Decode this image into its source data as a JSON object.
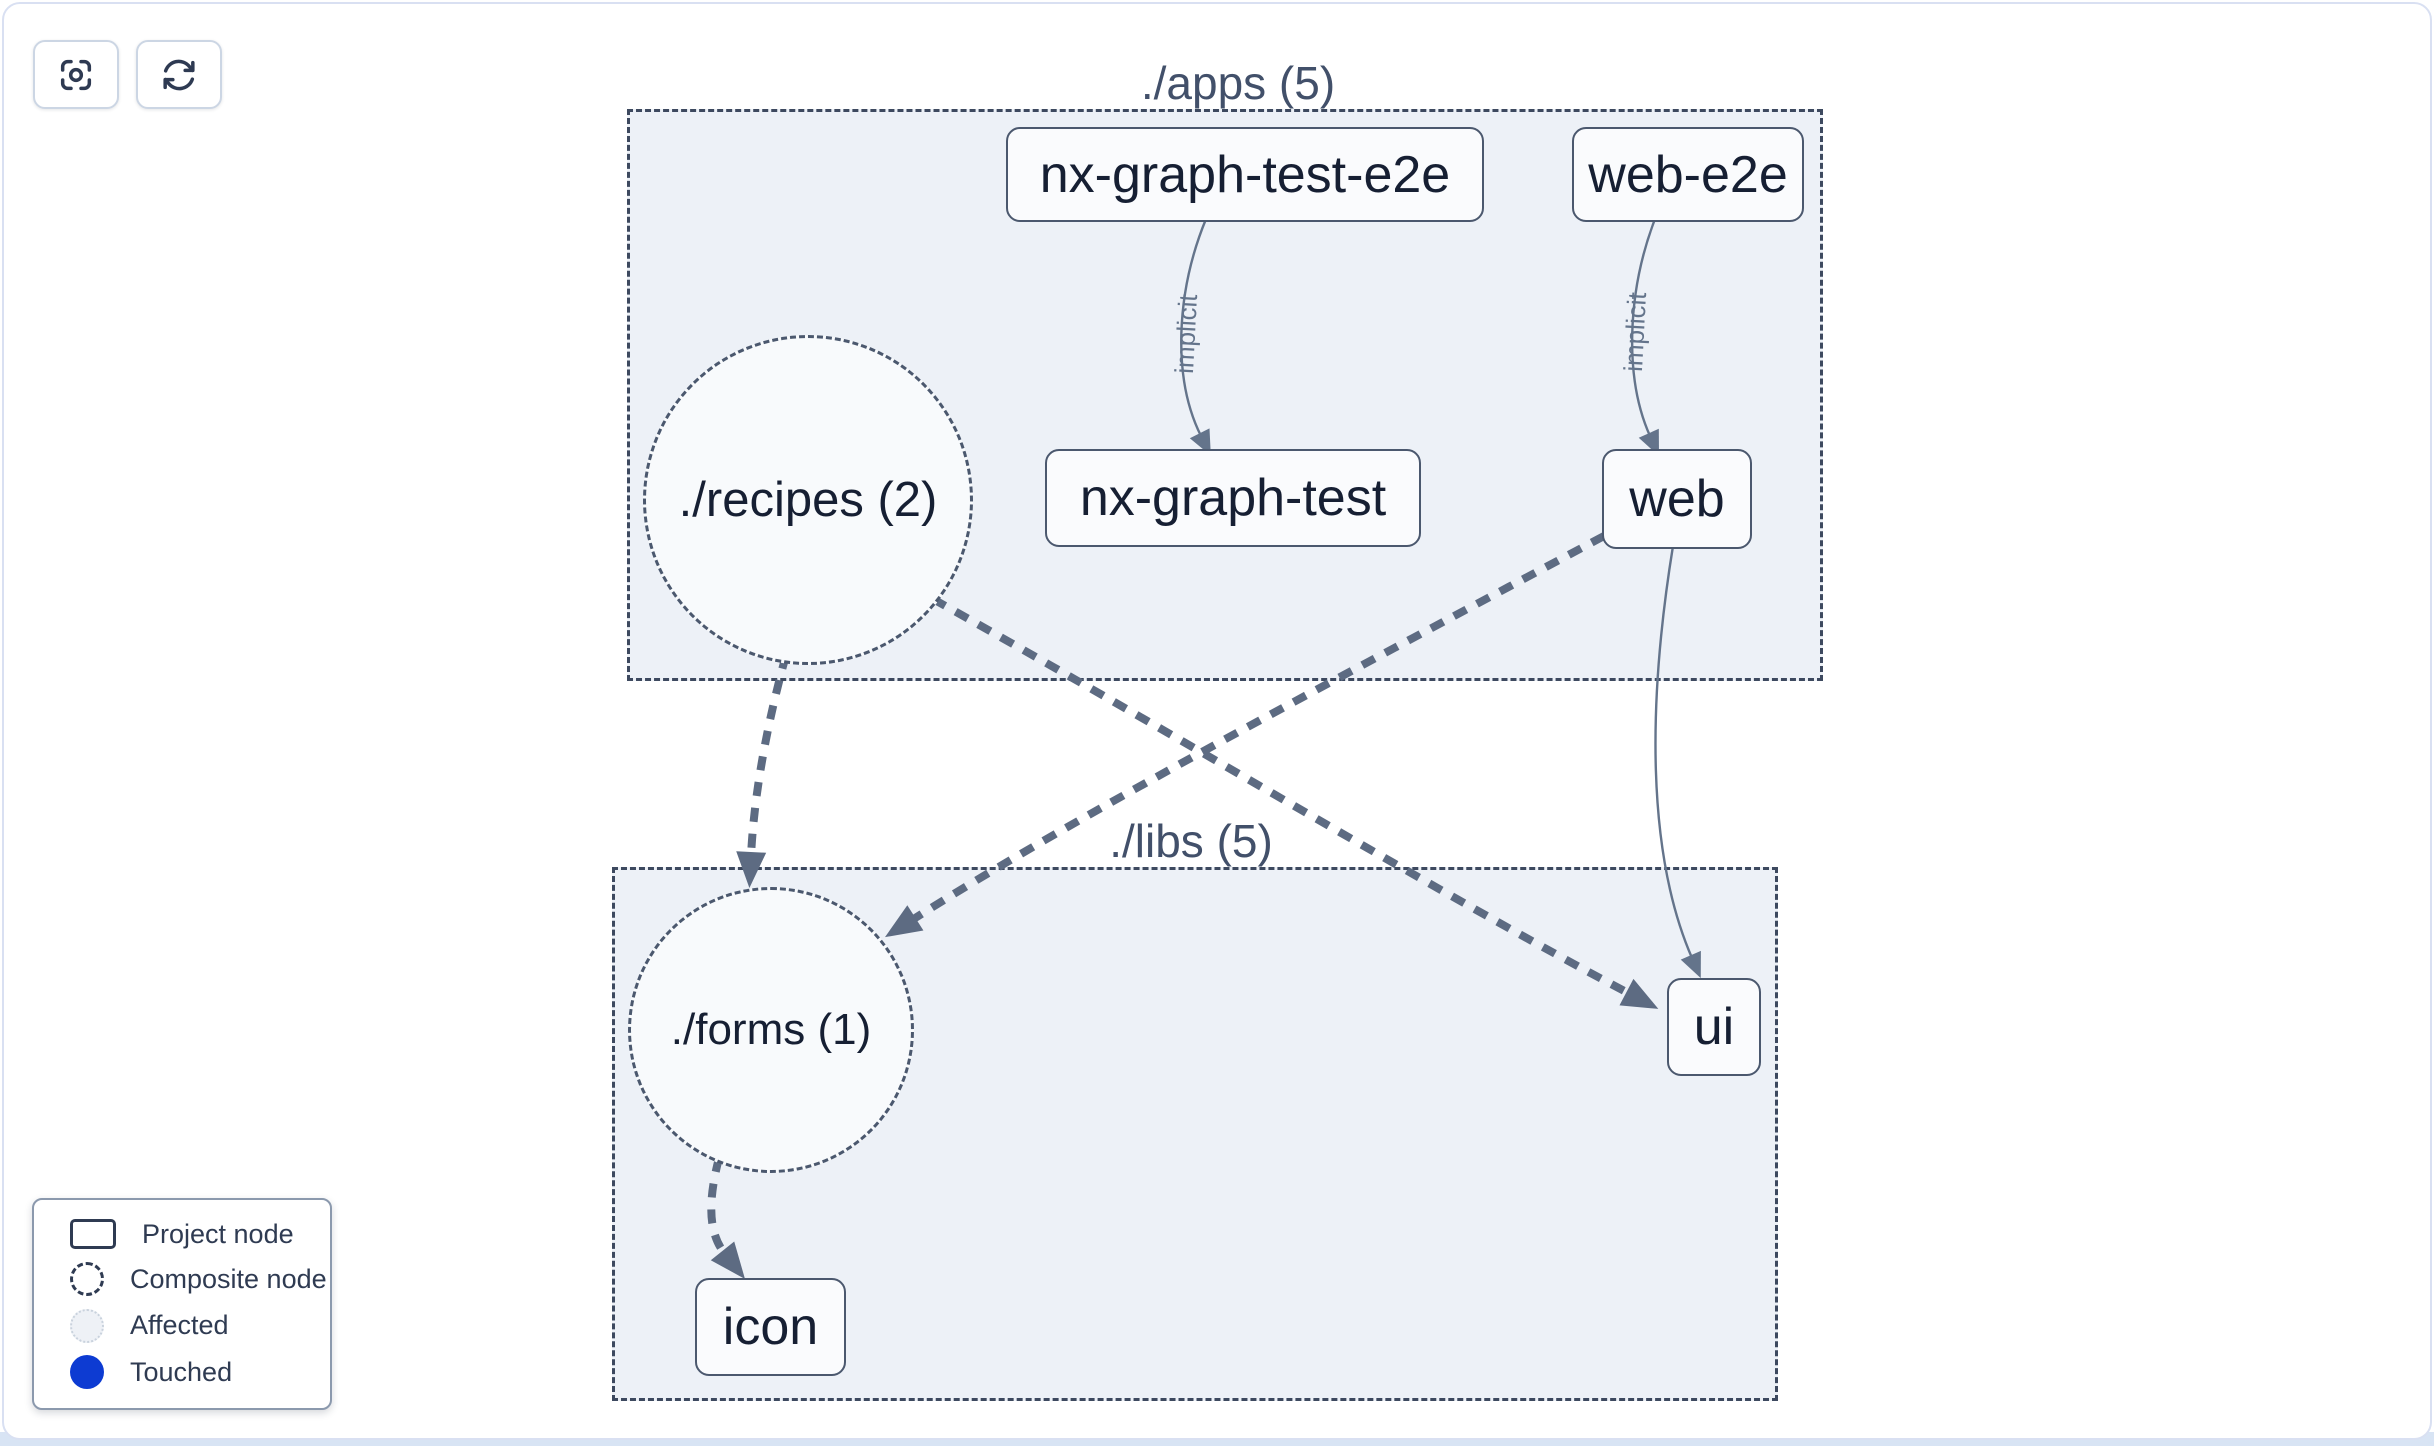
{
  "toolbar": {
    "buttons": [
      {
        "name": "focus",
        "icon": "focus-icon"
      },
      {
        "name": "refresh",
        "icon": "refresh-icon"
      }
    ]
  },
  "groups": {
    "apps": {
      "label": "./apps (5)"
    },
    "libs": {
      "label": "./libs (5)"
    }
  },
  "nodes": {
    "nx_graph_test_e2e": {
      "label": "nx-graph-test-e2e"
    },
    "web_e2e": {
      "label": "web-e2e"
    },
    "nx_graph_test": {
      "label": "nx-graph-test"
    },
    "web": {
      "label": "web"
    },
    "ui": {
      "label": "ui"
    },
    "icon": {
      "label": "icon"
    }
  },
  "composites": {
    "recipes": {
      "label": "./recipes (2)"
    },
    "forms": {
      "label": "./forms (1)"
    }
  },
  "edges": [
    {
      "from": "nx-graph-test-e2e",
      "to": "nx-graph-test",
      "type": "implicit",
      "label": "implicit"
    },
    {
      "from": "web-e2e",
      "to": "web",
      "type": "implicit",
      "label": "implicit"
    },
    {
      "from": "web",
      "to": "ui",
      "type": "direct",
      "label": ""
    },
    {
      "from": "./recipes (2)",
      "to": "./forms (1)",
      "type": "dependency",
      "label": ""
    },
    {
      "from": "./recipes (2)",
      "to": "ui",
      "type": "dependency",
      "label": ""
    },
    {
      "from": "web",
      "to": "./forms (1)",
      "type": "dependency",
      "label": ""
    },
    {
      "from": "./forms (1)",
      "to": "icon",
      "type": "dependency",
      "label": ""
    }
  ],
  "legend": {
    "items": [
      {
        "label": "Project node",
        "swatch": "project-node-swatch"
      },
      {
        "label": "Composite node",
        "swatch": "composite-node-swatch"
      },
      {
        "label": "Affected",
        "swatch": "affected-swatch"
      },
      {
        "label": "Touched",
        "swatch": "touched-swatch"
      }
    ]
  },
  "colors": {
    "touched_blue": "#0d3bd2",
    "group_fill": "#edf1f7",
    "group_border": "#3d495f",
    "node_border": "#4b586e",
    "node_text": "#161f33",
    "edge_thick": "#5d6b82",
    "edge_thin": "#64748b",
    "card_border": "#d9e0f2"
  }
}
